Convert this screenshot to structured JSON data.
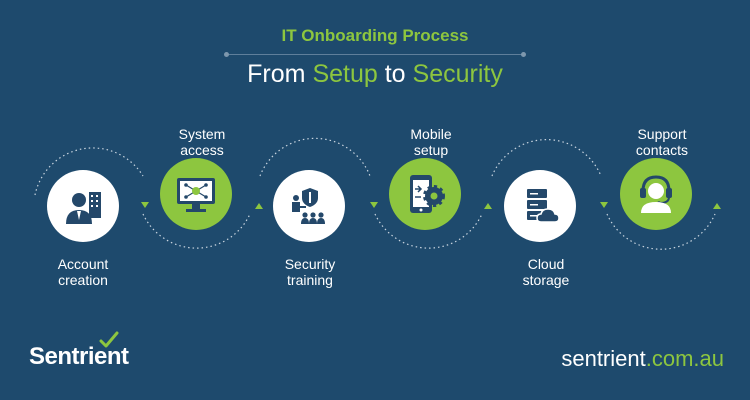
{
  "header": {
    "supertitle": "IT Onboarding Process",
    "title_pre": "From ",
    "title_setup": "Setup",
    "title_mid": " to ",
    "title_security": "Security"
  },
  "steps": [
    {
      "label_line1": "Account",
      "label_line2": "creation",
      "icon": "user-office-icon",
      "style": "white"
    },
    {
      "label_line1": "System",
      "label_line2": "access",
      "icon": "monitor-network-icon",
      "style": "green"
    },
    {
      "label_line1": "Security",
      "label_line2": "training",
      "icon": "presentation-shield-icon",
      "style": "white"
    },
    {
      "label_line1": "Mobile",
      "label_line2": "setup",
      "icon": "phone-gear-icon",
      "style": "green"
    },
    {
      "label_line1": "Cloud",
      "label_line2": "storage",
      "icon": "server-cloud-icon",
      "style": "white"
    },
    {
      "label_line1": "Support",
      "label_line2": "contacts",
      "icon": "headset-agent-icon",
      "style": "green"
    }
  ],
  "footer": {
    "logo": "Sentrient",
    "website_name": "sentrient",
    "website_tld": ".com.au"
  },
  "colors": {
    "background": "#1e4a6d",
    "accent": "#8dc63f",
    "node_dark": "#24486a"
  }
}
